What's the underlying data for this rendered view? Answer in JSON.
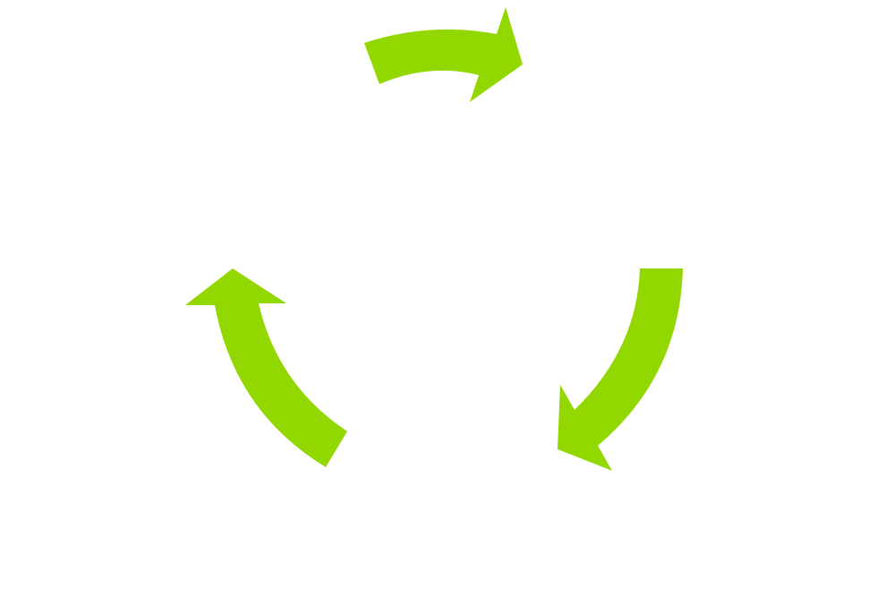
{
  "diagram": {
    "type": "cycle",
    "background": "#ffffff",
    "arrow_color": "#92d700",
    "arrows": [
      {
        "icon": "curved-arrow-right-icon",
        "direction": "clockwise"
      },
      {
        "icon": "curved-arrow-down-icon",
        "direction": "clockwise"
      },
      {
        "icon": "curved-arrow-up-icon",
        "direction": "clockwise"
      }
    ]
  }
}
